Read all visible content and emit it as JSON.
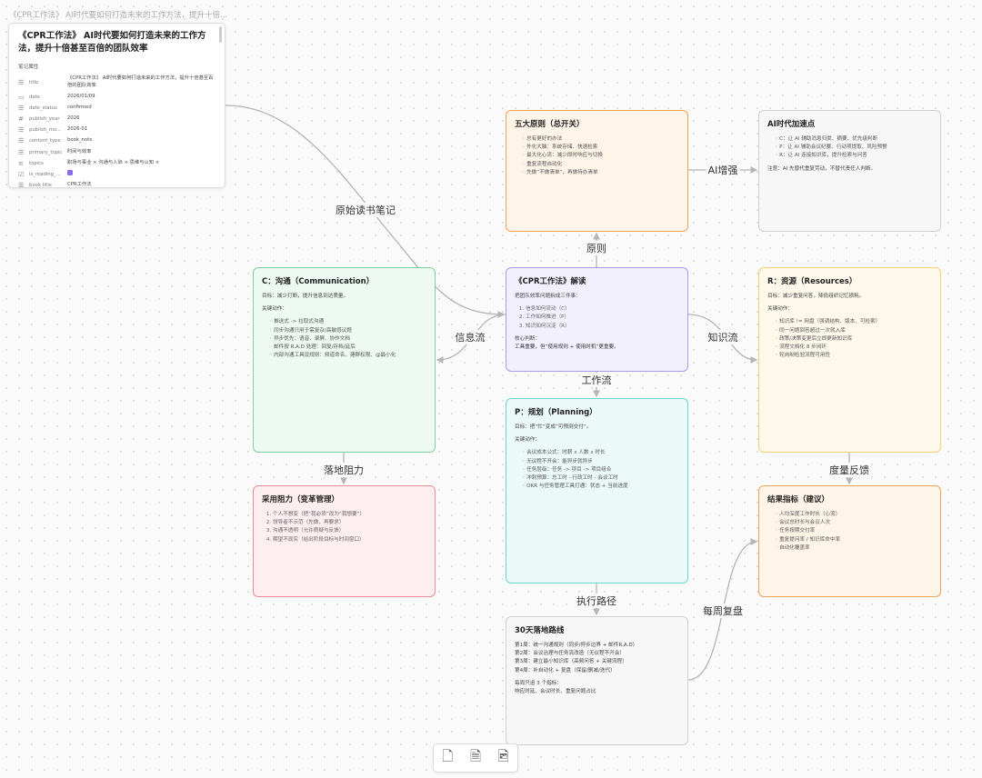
{
  "window": {
    "tab_title": "《CPR工作法》 AI时代要如何打造未来的工作方法，提升十倍..."
  },
  "note": {
    "heading": "《CPR工作法》 AI时代要如何打造未来的工作方法，提升十倍甚至百倍的团队效率",
    "props_heading": "笔记属性",
    "props": [
      {
        "icon": "text-icon",
        "key": "title",
        "value": "《CPR工作法》 AI时代要如何打造未来的工作方法，提升十倍甚至百倍的团队效率"
      },
      {
        "icon": "calendar-icon",
        "key": "date",
        "value": "2026/01/09"
      },
      {
        "icon": "text-icon",
        "key": "date_status",
        "value": "confirmed"
      },
      {
        "icon": "number-icon",
        "key": "publish_year",
        "value": "2026"
      },
      {
        "icon": "text-icon",
        "key": "publish_mo...",
        "value": "2026-01"
      },
      {
        "icon": "text-icon",
        "key": "content_type",
        "value": "book_note"
      },
      {
        "icon": "text-icon",
        "key": "primary_topic",
        "value": "时间与效率"
      },
      {
        "icon": "list-icon",
        "key": "topics",
        "value": "职场与事业 ×  沟通与人际 ×  思维与认知 ×"
      },
      {
        "icon": "checkbox-icon",
        "key": "is_reading_...",
        "value": ""
      },
      {
        "icon": "text-icon",
        "key": "book title",
        "value": "CPR工作法"
      }
    ]
  },
  "cards": {
    "principles": {
      "title": "五大原则（总开关）",
      "items": [
        "总有更好的办法",
        "外化大脑：系统存储、快速检索",
        "最大化心流：减少即时响应与切换",
        "重复流程自动化",
        "先做“不做清单”，再做待办清单"
      ]
    },
    "ai": {
      "title": "AI时代加速点",
      "items": [
        "C：让 AI 辅助消息归类、摘要、优先级判断",
        "P：让 AI 辅助会议纪要、行动项提取、风险预警",
        "R：让 AI 连接知识库，提升检索与问答"
      ],
      "note": "注意：AI 先替代重复劳动，不替代责任人判断。"
    },
    "comm": {
      "title": "C：沟通（Communication）",
      "goal": "目标：减少打断，提升信息到达质量。",
      "actions_label": "关键动作：",
      "items": [
        "推送式 -> 拉取式沟通",
        "同步沟通只用于需复杂/高敏感议题",
        "异步优先：语音、录屏、协作文档",
        "邮件按 R.A.D 处理：回复/存档/延后",
        "内部沟通工具设规则：频道命名、建群权限、@最小化"
      ]
    },
    "center": {
      "title": "《CPR工作法》解读",
      "intro": "把团队效率问题拆成三件事：",
      "items": [
        "信息如何流动（C）",
        "工作如何推进（P）",
        "知识如何沉淀（R）"
      ],
      "core_label": "核心判断：",
      "core": "工具重要，但“使用规则 + 使用时机”更重要。"
    },
    "res": {
      "title": "R：资源（Resources）",
      "goal": "目标：减少重复问答，降低组织记忆损耗。",
      "actions_label": "关键动作：",
      "items": [
        "知识库 != 网盘（强调结构、版本、可检索）",
        "同一问题回答超过一次就入库",
        "政策/决策变更后立即更新知识库",
        "流程文档化 8 步闭环",
        "轮岗制检验流程可用性"
      ]
    },
    "plan": {
      "title": "P：规划（Planning）",
      "goal": "目标：把“忙”变成“可预测交付”。",
      "actions_label": "关键动作：",
      "items": [
        "会议成本公式：时薪 x 人数 x 时长",
        "无议程不开会：能异步就异步",
        "任务层级：任务 -> 项目 -> 项目组合",
        "冲刺预算：总工时 - 行政工时 - 会议工时",
        "OKR 与任务管理工具打通：状态 + 当前进度"
      ]
    },
    "resist": {
      "title": "采用阻力（变革管理）",
      "items": [
        "个人不想变（把“我必须”改为“我想要”）",
        "领导者不示范（先做，再要求）",
        "沟通不透明（允许质疑与反馈）",
        "期望不现实（给出阶段目标与时间窗口）"
      ]
    },
    "metrics": {
      "title": "结果指标（建议）",
      "items": [
        "人均深度工作时长（心流）",
        "会议总时长与会议人次",
        "任务按期交付率",
        "重复提问率 / 知识库命中率",
        "自动化覆盖率"
      ]
    },
    "roadmap": {
      "title": "30天落地路线",
      "weeks": [
        "第1周：统一沟通规则（同步/异步边界 + 邮件R.A.D）",
        "第2周：会议治理与任务流改造（无议程不开会）",
        "第3周：建立最小知识库（高频问答 + 关键流程）",
        "第4周：补自动化 + 复盘（保留/删减/迭代）"
      ],
      "track_label": "每周只追 3 个指标：",
      "track": "响应时延、会议时长、重复问题占比"
    }
  },
  "edges": {
    "source": "原始读书笔记",
    "ai": "AI增强",
    "principle": "原则",
    "info": "信息流",
    "knowledge": "知识流",
    "work": "工作流",
    "resist": "落地阻力",
    "measure": "度量反馈",
    "exec": "执行路径",
    "weekly": "每周复盘"
  },
  "colors": {
    "orange": "#f0a45a",
    "gray": "#cfcfcf",
    "green": "#7fd19a",
    "purple": "#a99af0",
    "yellow": "#f3cf6e",
    "cyan": "#6fd3d6",
    "red": "#ee8b94",
    "edge": "#b5b5b5"
  },
  "toolbar": [
    {
      "icon": "file-icon"
    },
    {
      "icon": "note-icon"
    },
    {
      "icon": "image-icon"
    }
  ]
}
